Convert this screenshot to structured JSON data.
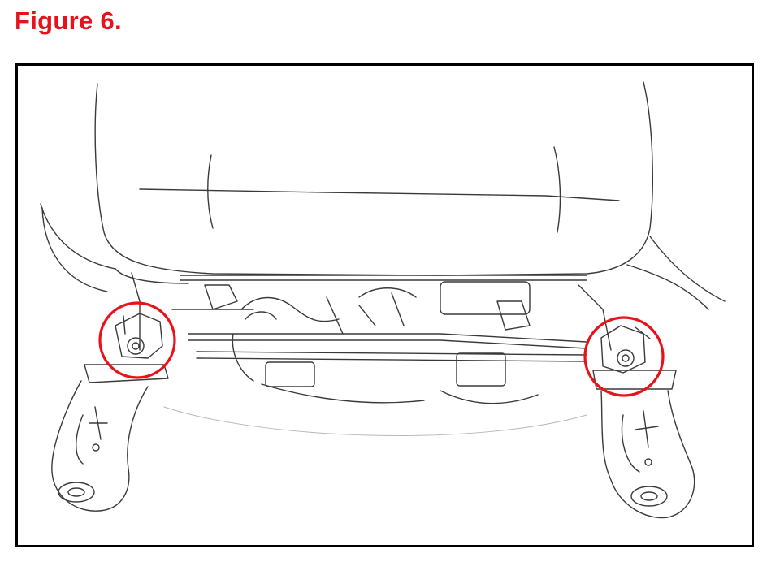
{
  "figure": {
    "title": "Figure 6.",
    "title_color": "#e8121b"
  },
  "illustration": {
    "subject": "seat-underside-line-drawing",
    "highlight_color": "#e8121b",
    "line_color": "#3a3a3a",
    "highlights": [
      "left-seat-mount-bolt",
      "right-seat-mount-bolt"
    ]
  }
}
